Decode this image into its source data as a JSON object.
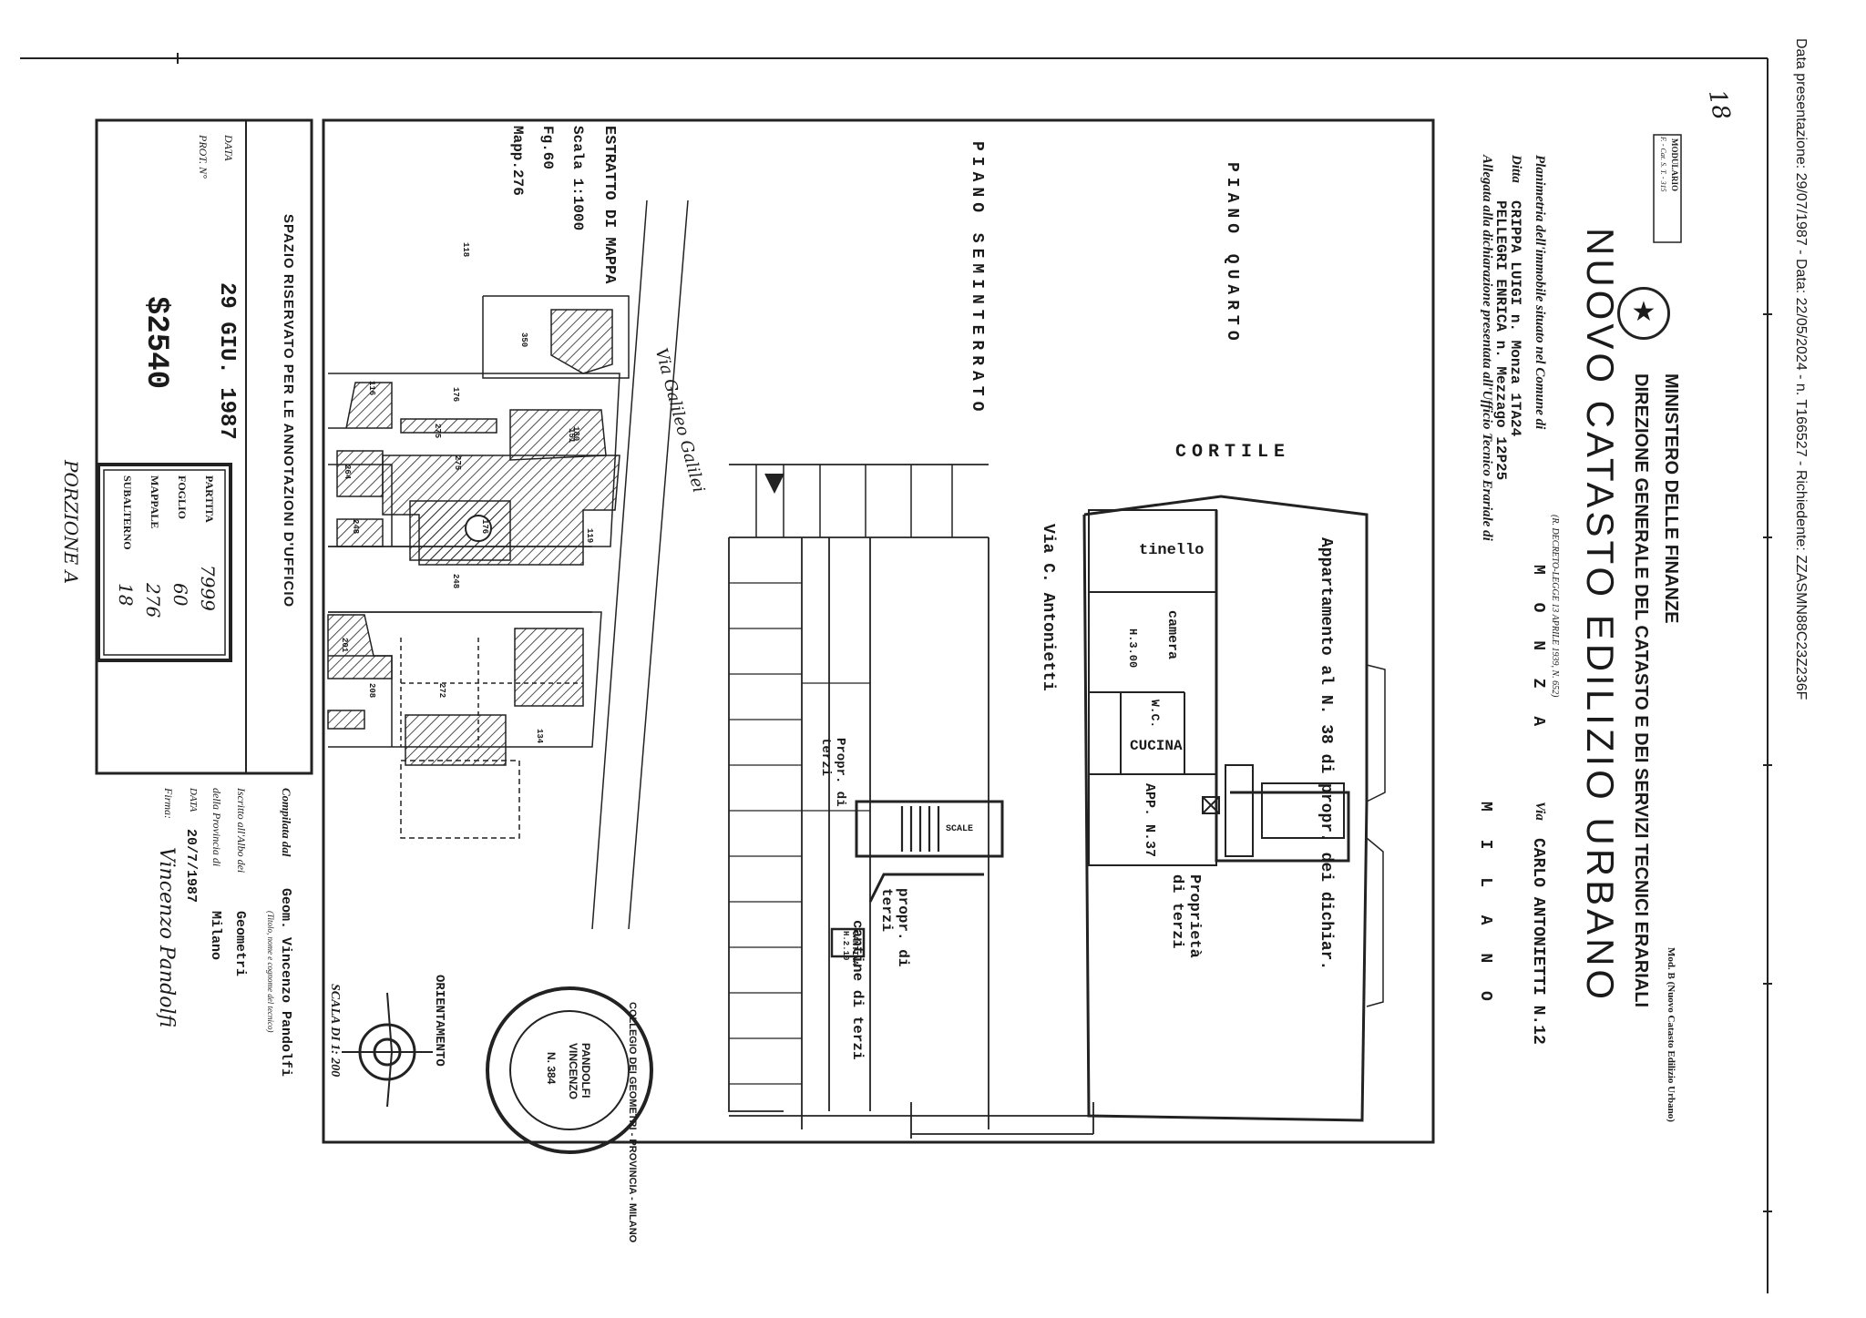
{
  "stamp_line": "Data presentazione: 29/07/1987 - Data: 22/05/2024 - n. T166527 - Richiedente: ZZASMN88C23Z236F",
  "page_number_handwritten": "18",
  "modulario": {
    "line1": "MODULARIO",
    "line2": "F. - Cat. S. T. - 315"
  },
  "header": {
    "ministry": "MINISTERO DELLE FINANZE",
    "direction": "DIREZIONE GENERALE DEL CATASTO E DEI SERVIZI TECNICI ERARIALI",
    "main_title": "NUOVO CATASTO EDILIZIO URBANO",
    "form_ref": "Mod. B (Nuovo Catasto Edilizio Urbano)",
    "decree": "(R. DECRETO-LEGGE 13 APRILE 1939, N. 652)"
  },
  "form_fields": {
    "planimetria_label": "Planimetria dell'immobile situato nel Comune di",
    "comune": "M O N Z A",
    "via_label": "Via",
    "via_value": "CARLO ANTONIETTI  N.12",
    "ditta_label": "Ditta",
    "ditta_value_1": "CRIPPA LUIGI n. Monza 1TA24",
    "ditta_value_2": "PELLEGRI ENRICA n. Mezzago 12P25",
    "allegata_label": "Allegata alla dichiarazione presentata all'Ufficio Tecnico Erariale di",
    "ufficio": "M I L A N O"
  },
  "plan": {
    "piano_quarto": "PIANO QUARTO",
    "piano_seminterrato": "PIANO SEMINTERRATO",
    "cortile": "CORTILE",
    "appartamento_note": "Appartamento al N. 38 di propr. dei dichiar.",
    "via_street": "Via C. Antonietti",
    "rooms": {
      "tinello": "tinello",
      "camera": "camera",
      "height": "H.3.00",
      "wc": "W.C.",
      "cucina": "CUCINA",
      "apt_37": "APP. N.37",
      "proprieta_terzi": "Proprietà di terzi",
      "propr_di_terzi": "propr. di terzi",
      "cantine_terzi": "cantine di terzi",
      "cantina_h": "CANTINA H.2.10",
      "scale": "SCALE",
      "propr_terzi_side": "Propr. di terzi"
    },
    "orientamento": "ORIENTAMENTO",
    "scala_plan": "SCALA DI 1: 200"
  },
  "estratto": {
    "title": "ESTRATTO DI MAPPA",
    "scala": "Scala 1:1000",
    "foglio": "Fg.60",
    "mappale": "Mapp.276",
    "via_galileo": "Via Galileo Galilei",
    "parcel_numbers": [
      "118",
      "350",
      "116",
      "151",
      "176",
      "275",
      "119",
      "176",
      "275",
      "180",
      "264",
      "248",
      "248",
      "201",
      "208",
      "272",
      "134"
    ]
  },
  "annotations": {
    "title": "SPAZIO RISERVATO PER LE ANNOTAZIONI D'UFFICIO",
    "data_label": "DATA",
    "prot_label": "PROT. N°",
    "data_value": "29 GIU. 1987",
    "prot_value": "$2540"
  },
  "partita_box": {
    "partita_label": "PARTITA",
    "partita_value": "7999",
    "foglio_label": "FOGLIO",
    "foglio_value": "60",
    "mappale_label": "MAPPALE",
    "mappale_value": "276",
    "subalterno_label": "SUBALTERNO",
    "subalterno_value": "18"
  },
  "porzione": "PORZIONE A",
  "compilata": {
    "line1_label": "Compilata dal",
    "line1_value": "Geom. Vincenzo Pandolfi",
    "line1_note": "(Titolo, nome e cognome del tecnico)",
    "line2_label": "Iscritto all'Albo dei",
    "line2_value": "Geometri",
    "line3_label": "della Provincia di",
    "line3_value": "Milano",
    "line4_label": "DATA",
    "line4_value": "20/7/1987",
    "line5_label": "Firma:",
    "signature": "Vincenzo Pandolfi"
  },
  "seal": {
    "ring_text": "COLLEGIO DEI GEOMETRI - PROVINCIA - MILANO",
    "name": "PANDOLFI VINCENZO",
    "number": "N. 384"
  }
}
